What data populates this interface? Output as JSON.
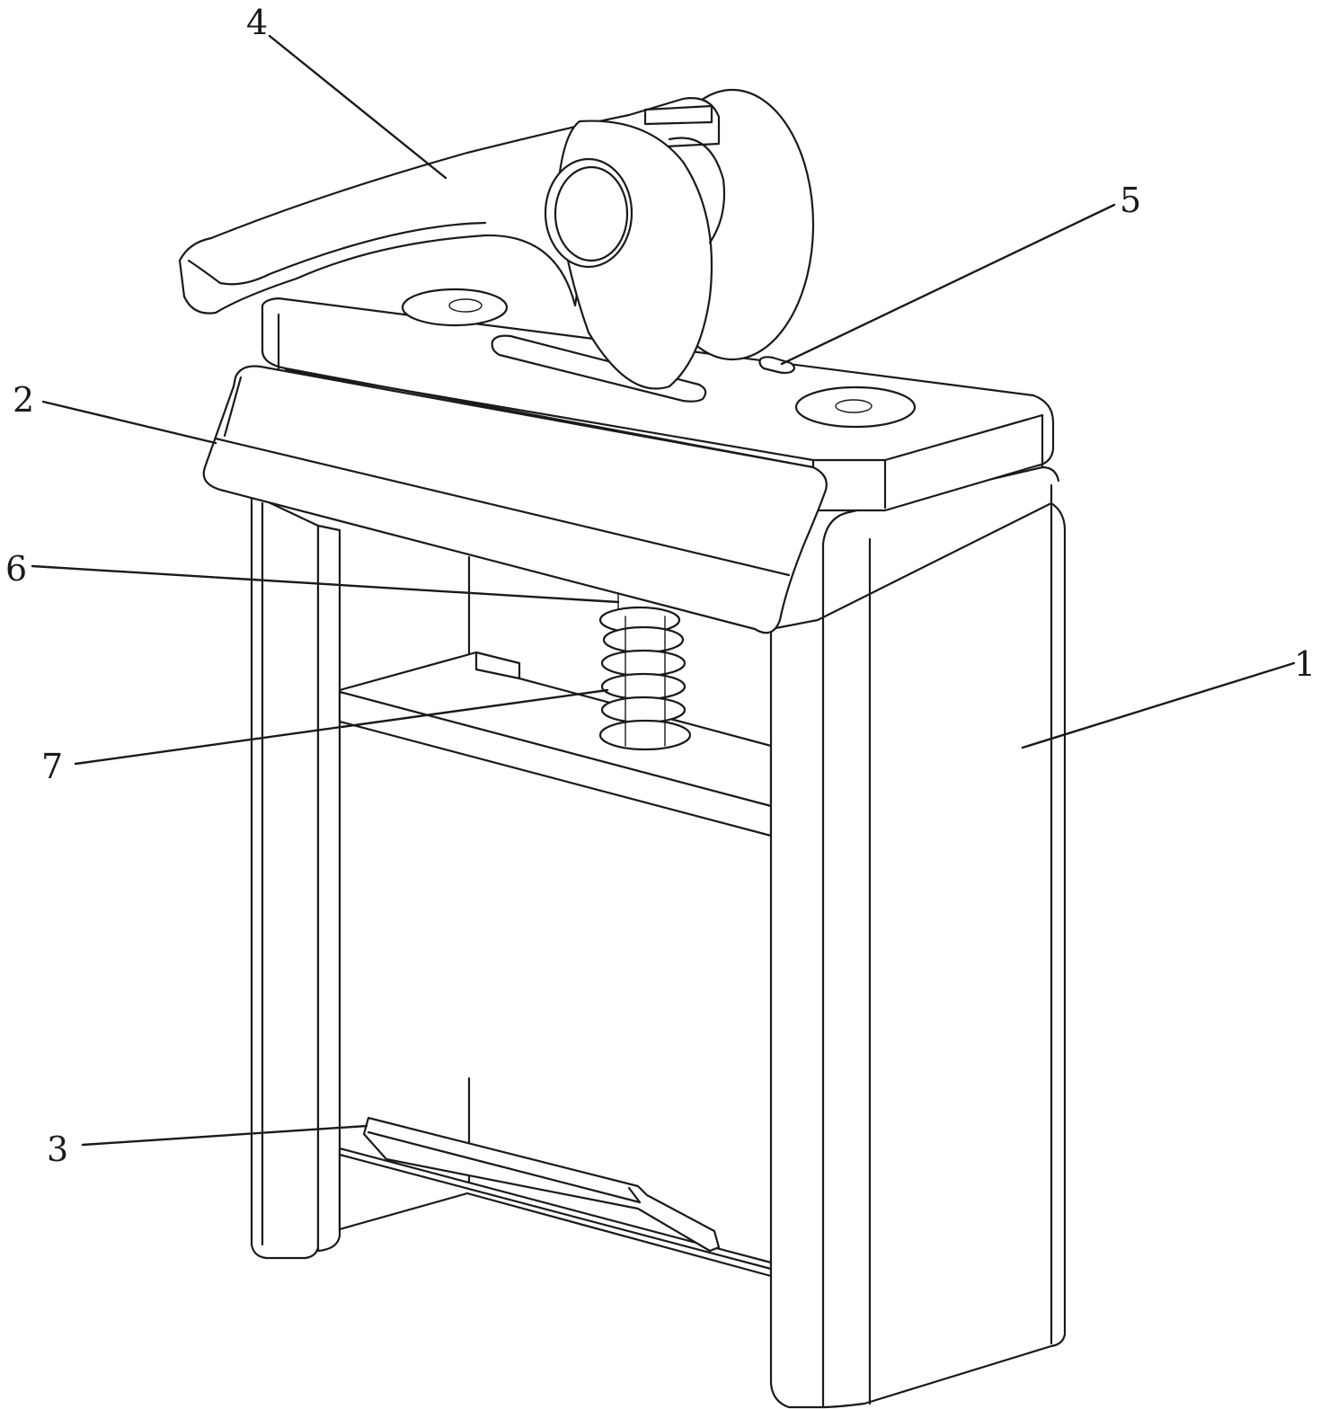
{
  "labels": [
    {
      "id": "1",
      "text": "1",
      "part": "frame"
    },
    {
      "id": "2",
      "text": "2",
      "part": "clamp-plate"
    },
    {
      "id": "3",
      "text": "3",
      "part": "bottom-wedge"
    },
    {
      "id": "4",
      "text": "4",
      "part": "cam-lever"
    },
    {
      "id": "5",
      "text": "5",
      "part": "pivot-slot"
    },
    {
      "id": "6",
      "text": "6",
      "part": "spring-top"
    },
    {
      "id": "7",
      "text": "7",
      "part": "spring"
    }
  ],
  "colors": {
    "line": "#1a1a1a",
    "background": "#ffffff"
  }
}
